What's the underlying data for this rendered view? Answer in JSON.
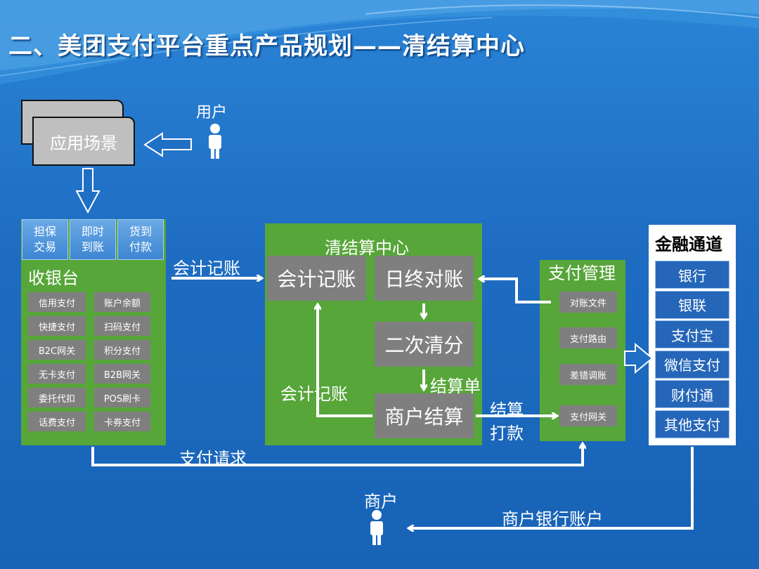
{
  "title": "二、美团支付平台重点产品规划——清结算中心",
  "user": {
    "label": "用户"
  },
  "scene": {
    "label": "应用场景"
  },
  "cashier": {
    "title": "收银台",
    "tabs": [
      {
        "label": "担保\n交易"
      },
      {
        "label": "即时\n到账"
      },
      {
        "label": "货到\n付款"
      }
    ],
    "methods": [
      "信用支付",
      "账户余额",
      "快捷支付",
      "扫码支付",
      "B2C网关",
      "积分支付",
      "无卡支付",
      "B2B网关",
      "委托代扣",
      "POS刷卡",
      "话费支付",
      "卡券支付"
    ]
  },
  "clearing": {
    "title": "清结算中心",
    "accounting": "会计记账",
    "reconcile": "日终对账",
    "second_split": "二次清分",
    "merchant_settle": "商户结算"
  },
  "payment_mgmt": {
    "title": "支付管理",
    "items": [
      "对账文件",
      "支付路由",
      "差错调账",
      "支付网关"
    ]
  },
  "finance": {
    "title": "金融通道",
    "items": [
      "银行",
      "银联",
      "支付宝",
      "微信支付",
      "财付通",
      "其他支付"
    ]
  },
  "flow_labels": {
    "accounting_in": "会计记账",
    "accounting_back": "会计记账",
    "settle_sheet": "结算单",
    "settle_pay_1": "结算",
    "settle_pay_2": "打款",
    "pay_request": "支付请求",
    "merchant": "商户",
    "merchant_account": "商户银行账户"
  }
}
